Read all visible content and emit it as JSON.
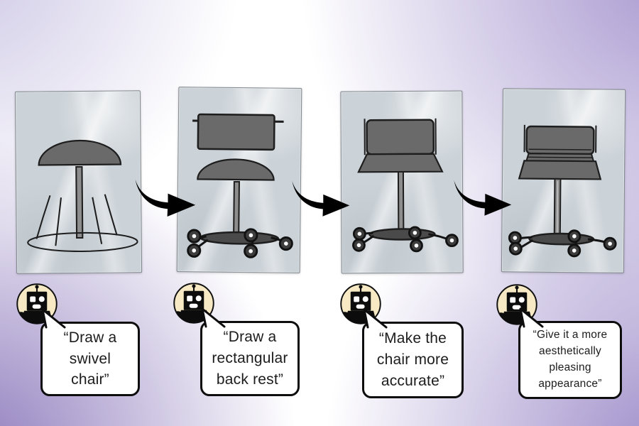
{
  "colors": {
    "background_purple": "#9d8cc9",
    "paper_gray": "#ccd3d8",
    "chair_gray": "#6a6a6a",
    "outline_black": "#1e1e1e",
    "robot_badge_cream": "#f6e9c4",
    "bubble_white": "#ffffff",
    "bubble_border_black": "#0d0d0d",
    "arrow_black": "#000000"
  },
  "icons": {
    "robot": "robot-icon",
    "arrow": "curved-right-arrow-icon"
  },
  "steps": [
    {
      "sketch": "swivel-stool-sketch",
      "prompt": "“Draw a\nswivel\nchair”"
    },
    {
      "sketch": "stool-with-rectangular-back-rest-sketch",
      "prompt": "“Draw a\nrectangular\nback rest”"
    },
    {
      "sketch": "office-chair-sketch",
      "prompt": "“Make the\nchair more\naccurate”"
    },
    {
      "sketch": "refined-office-chair-sketch",
      "prompt": "“Give it a more\naesthetically\npleasing\nappearance”"
    }
  ]
}
